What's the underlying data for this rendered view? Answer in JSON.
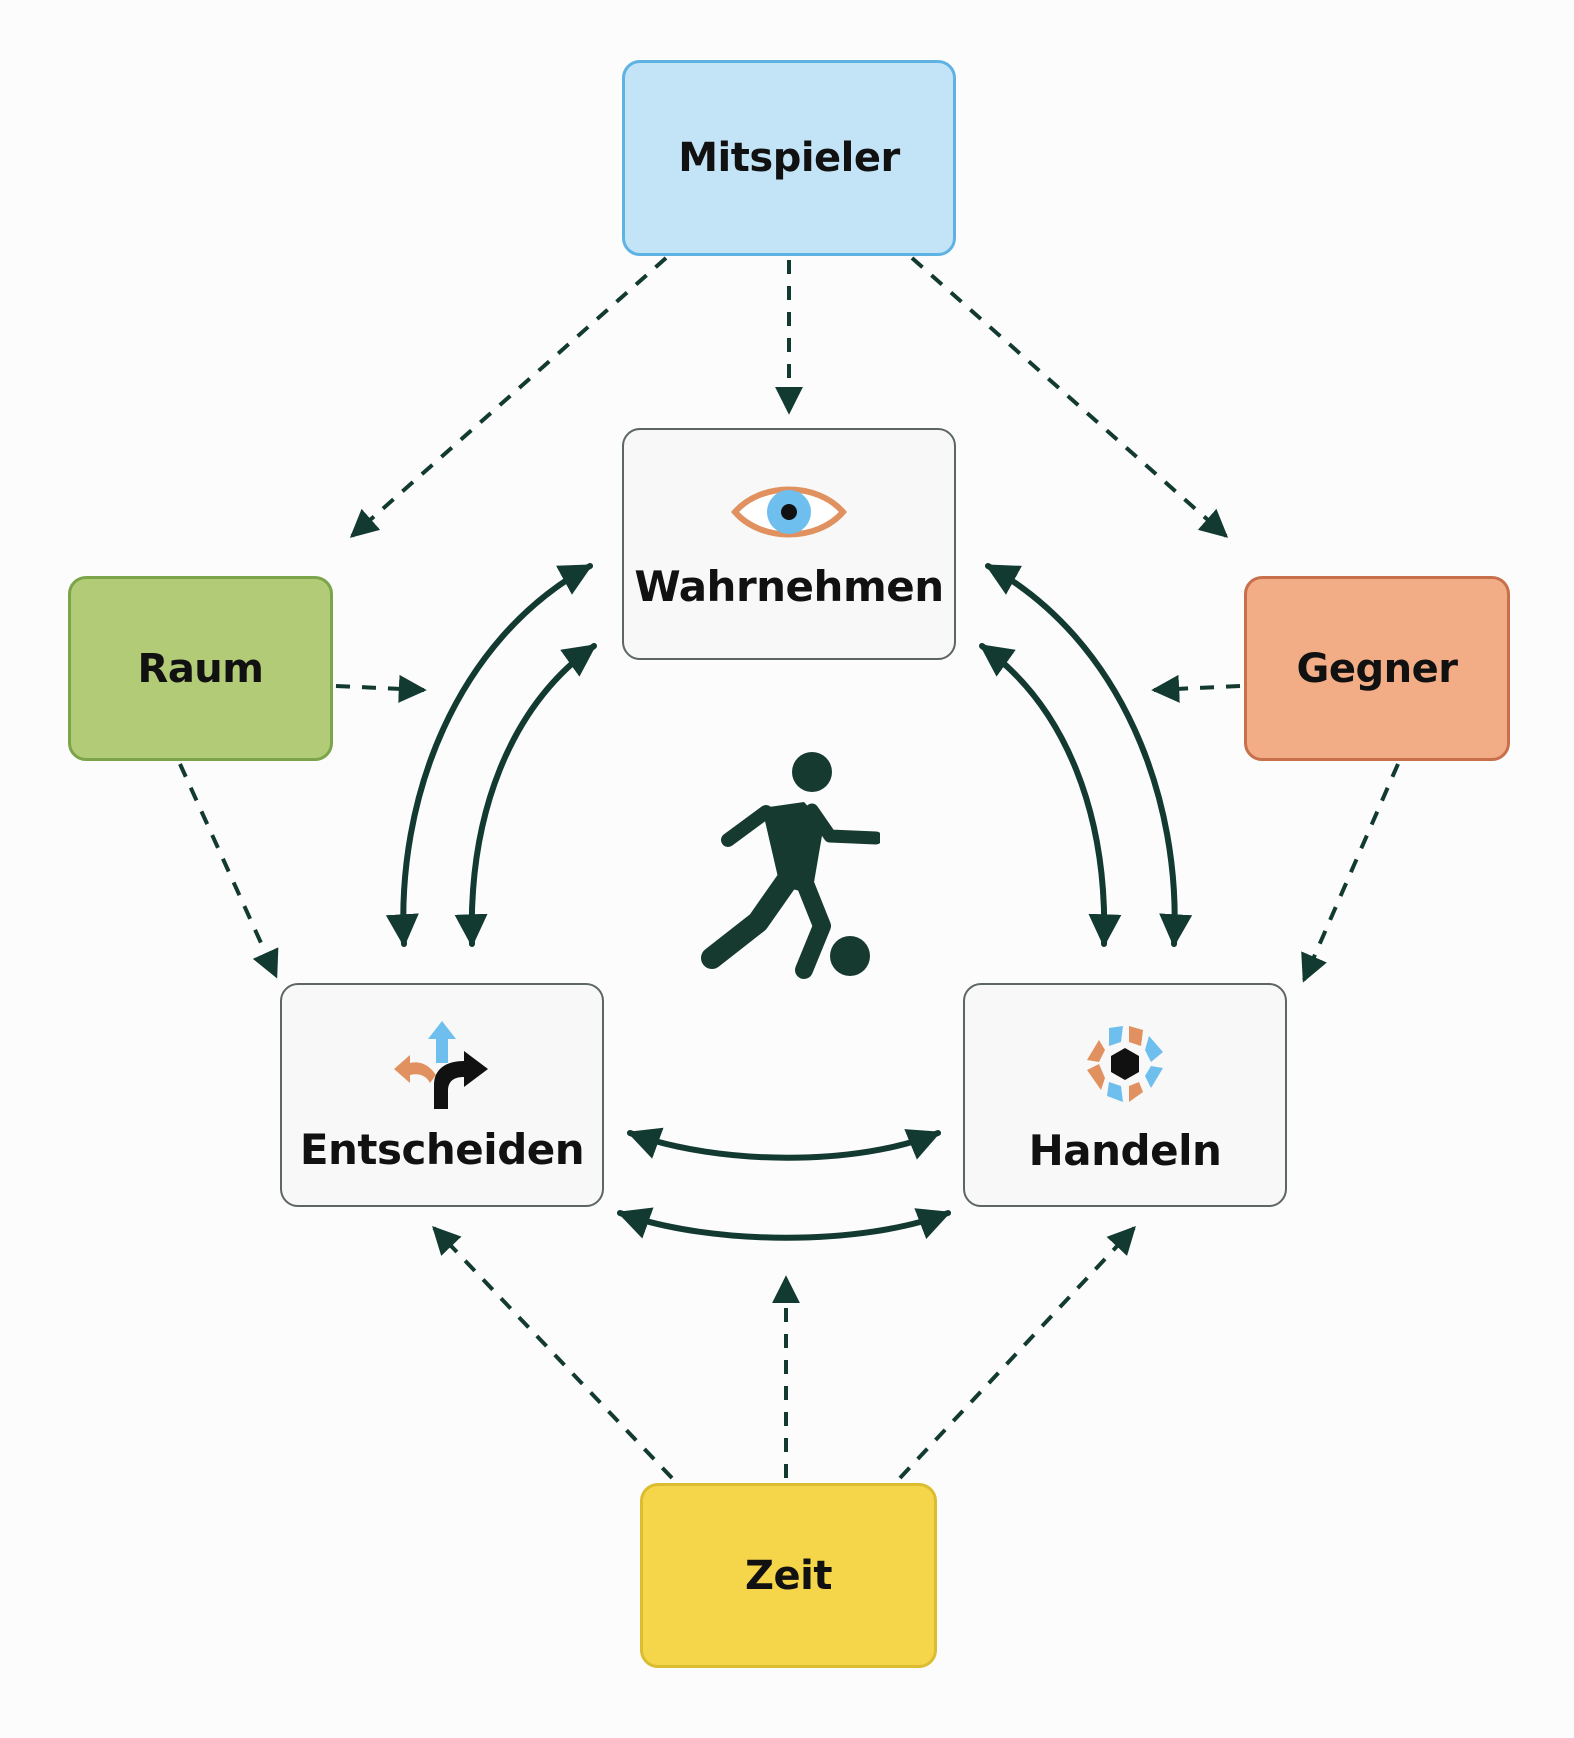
{
  "nodes": {
    "mitspieler": {
      "label": "Mitspieler",
      "color": "#c3e4f7",
      "border": "#5fb3e3"
    },
    "raum": {
      "label": "Raum",
      "color": "#b1cb76",
      "border": "#7ba44b"
    },
    "gegner": {
      "label": "Gegner",
      "color": "#f2ad86",
      "border": "#c7704b"
    },
    "zeit": {
      "label": "Zeit",
      "color": "#f5d64a",
      "border": "#dcbc30"
    },
    "wahrnehmen": {
      "label": "Wahrnehmen",
      "icon": "eye-icon"
    },
    "entscheiden": {
      "label": "Entscheiden",
      "icon": "direction-arrows-icon"
    },
    "handeln": {
      "label": "Handeln",
      "icon": "soccer-ball-icon"
    }
  },
  "center_icon": "soccer-player-icon",
  "colors": {
    "arrow": "#133a30",
    "eye_iris": "#6fbfee",
    "eye_outline": "#e0915f",
    "accent_blue": "#6fbfee",
    "accent_orange": "#e0915f",
    "dark": "#111111"
  },
  "edges": {
    "influence_dashed": [
      [
        "mitspieler",
        "wahrnehmen"
      ],
      [
        "mitspieler",
        "raum"
      ],
      [
        "mitspieler",
        "gegner"
      ],
      [
        "raum",
        "wahrnehmen"
      ],
      [
        "raum",
        "entscheiden"
      ],
      [
        "gegner",
        "wahrnehmen"
      ],
      [
        "gegner",
        "handeln"
      ],
      [
        "zeit",
        "entscheiden"
      ],
      [
        "zeit",
        "wahrnehmen"
      ],
      [
        "zeit",
        "handeln"
      ]
    ],
    "cycle_bidirectional": [
      [
        "wahrnehmen",
        "entscheiden"
      ],
      [
        "wahrnehmen",
        "entscheiden"
      ],
      [
        "wahrnehmen",
        "handeln"
      ],
      [
        "wahrnehmen",
        "handeln"
      ],
      [
        "entscheiden",
        "handeln"
      ],
      [
        "entscheiden",
        "handeln"
      ]
    ]
  }
}
